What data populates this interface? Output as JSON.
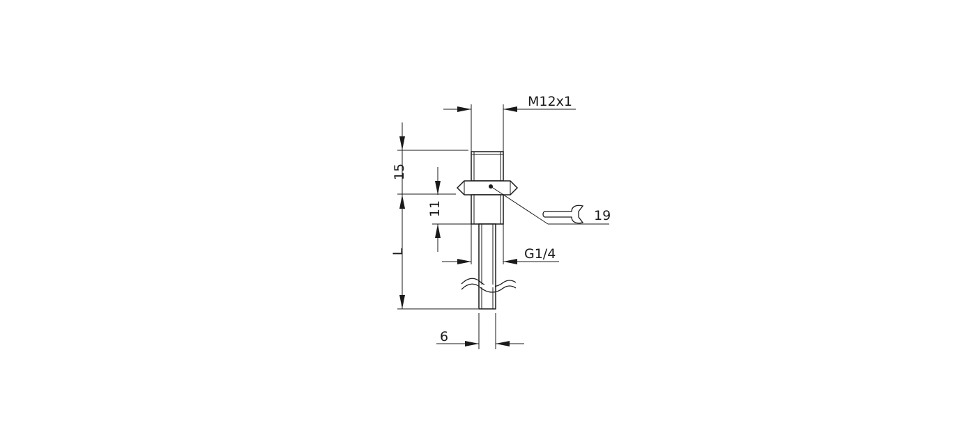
{
  "dimensions": {
    "thread_top": "M12x1",
    "length_upper": "15",
    "length_nut": "11",
    "length_probe": "L",
    "thread_bottom": "G1/4",
    "probe_diameter": "6",
    "wrench_size": "19"
  },
  "icons": {
    "wrench": "wrench-icon"
  }
}
